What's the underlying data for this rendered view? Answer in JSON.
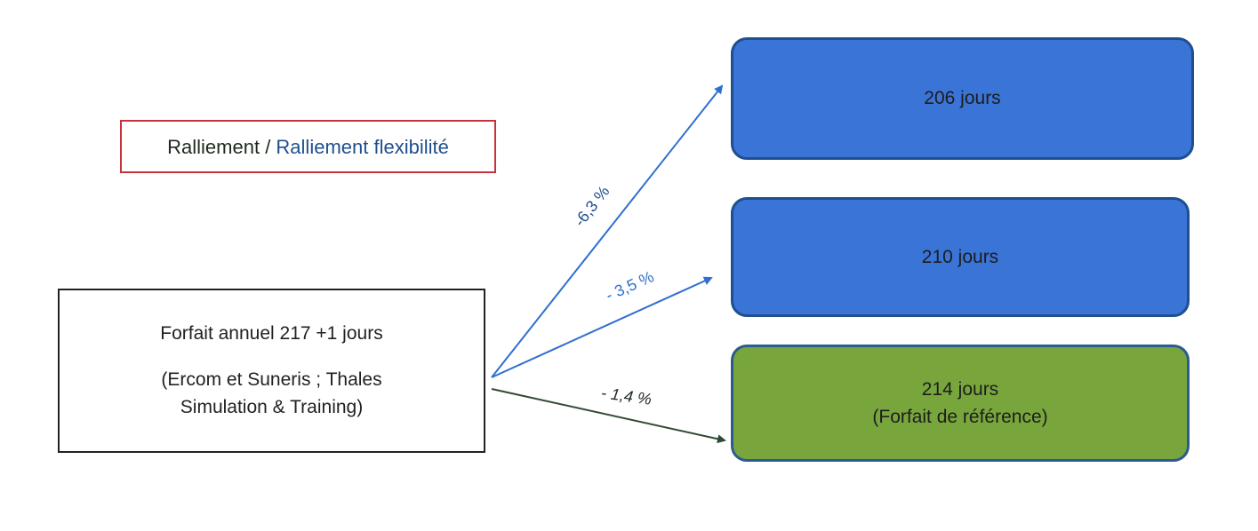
{
  "legend": {
    "part1": "Ralliement",
    "separator": " / ",
    "part2": "Ralliement flexibilité"
  },
  "source": {
    "line1": "Forfait annuel 217 +1 jours",
    "line2": "(Ercom et Suneris ; Thales",
    "line3": "Simulation & Training)"
  },
  "targets": [
    {
      "label": "206 jours",
      "pct": "-6,3 %"
    },
    {
      "label": "210 jours",
      "pct": "- 3,5 %"
    },
    {
      "label": "214 jours",
      "sub": "(Forfait de référence)",
      "pct": "- 1,4 %"
    }
  ],
  "colors": {
    "blue": "#3a74d6",
    "green": "#78a63c",
    "blue_arrow": "#2f6fd0",
    "green_arrow": "#2f4a35",
    "legend_border": "#c8323c"
  }
}
